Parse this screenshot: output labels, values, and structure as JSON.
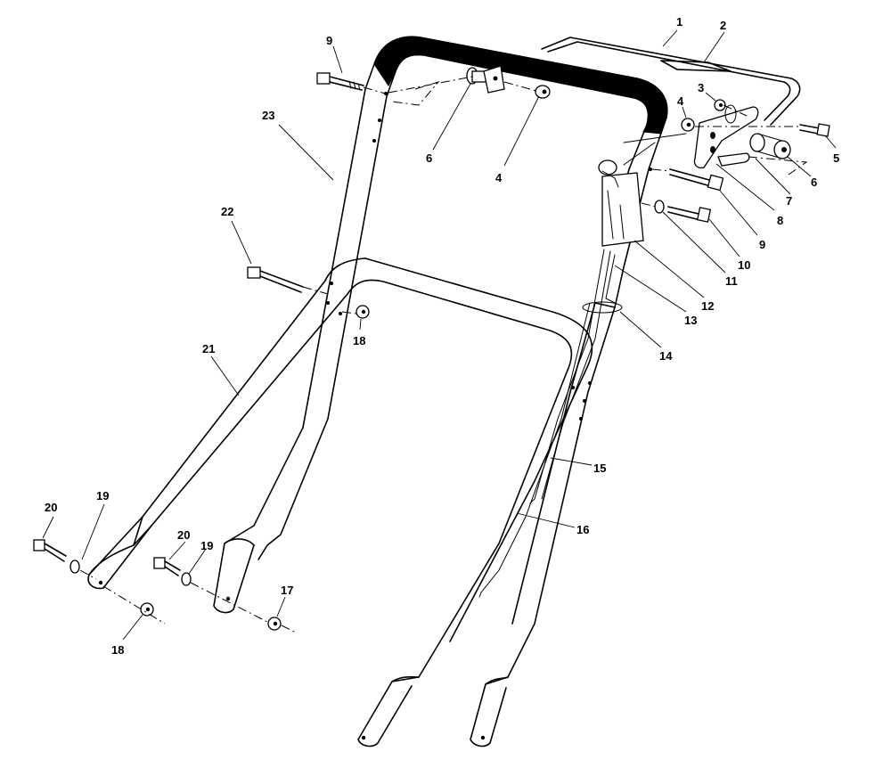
{
  "diagram": {
    "callouts": [
      {
        "id": "c1",
        "text": "1"
      },
      {
        "id": "c2",
        "text": "2"
      },
      {
        "id": "c3",
        "text": "3"
      },
      {
        "id": "c4a",
        "text": "4"
      },
      {
        "id": "c4b",
        "text": "4"
      },
      {
        "id": "c5",
        "text": "5"
      },
      {
        "id": "c6a",
        "text": "6"
      },
      {
        "id": "c6b",
        "text": "6"
      },
      {
        "id": "c7",
        "text": "7"
      },
      {
        "id": "c8",
        "text": "8"
      },
      {
        "id": "c9a",
        "text": "9"
      },
      {
        "id": "c9b",
        "text": "9"
      },
      {
        "id": "c10",
        "text": "10"
      },
      {
        "id": "c11",
        "text": "11"
      },
      {
        "id": "c12",
        "text": "12"
      },
      {
        "id": "c13",
        "text": "13"
      },
      {
        "id": "c14",
        "text": "14"
      },
      {
        "id": "c15",
        "text": "15"
      },
      {
        "id": "c16",
        "text": "16"
      },
      {
        "id": "c17",
        "text": "17"
      },
      {
        "id": "c18a",
        "text": "18"
      },
      {
        "id": "c18b",
        "text": "18"
      },
      {
        "id": "c19a",
        "text": "19"
      },
      {
        "id": "c19b",
        "text": "19"
      },
      {
        "id": "c20a",
        "text": "20"
      },
      {
        "id": "c20b",
        "text": "20"
      },
      {
        "id": "c21",
        "text": "21"
      },
      {
        "id": "c22",
        "text": "22"
      },
      {
        "id": "c23",
        "text": "23"
      }
    ]
  }
}
